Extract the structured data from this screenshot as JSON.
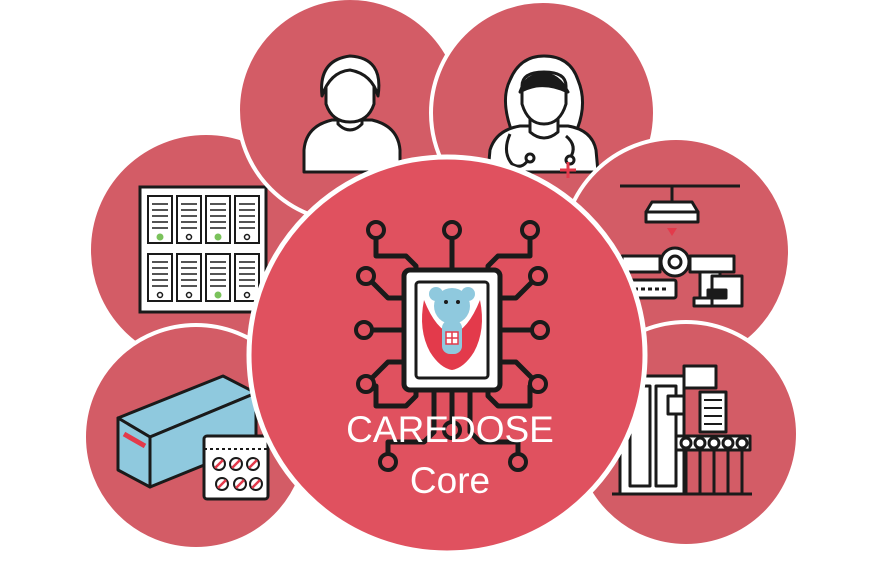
{
  "core": {
    "title": "CAREDOSE",
    "subtitle": "Core"
  },
  "nodes": [
    {
      "id": "patient",
      "icon": "patient-icon"
    },
    {
      "id": "clinician",
      "icon": "nurse-icon"
    },
    {
      "id": "automation",
      "icon": "robotic-arm-icon"
    },
    {
      "id": "dispensing-machine",
      "icon": "packaging-machine-icon"
    },
    {
      "id": "medication-pack",
      "icon": "medication-box-icon"
    },
    {
      "id": "dose-cabinet",
      "icon": "dose-cabinet-icon"
    }
  ],
  "colors": {
    "satellite": "#d35c66",
    "core": "#e0515f",
    "outline": "#ffffff",
    "ink": "#1a1a1a",
    "accent_green": "#7ac25b",
    "accent_blue": "#8fc9de",
    "accent_red": "#e33a4b"
  }
}
